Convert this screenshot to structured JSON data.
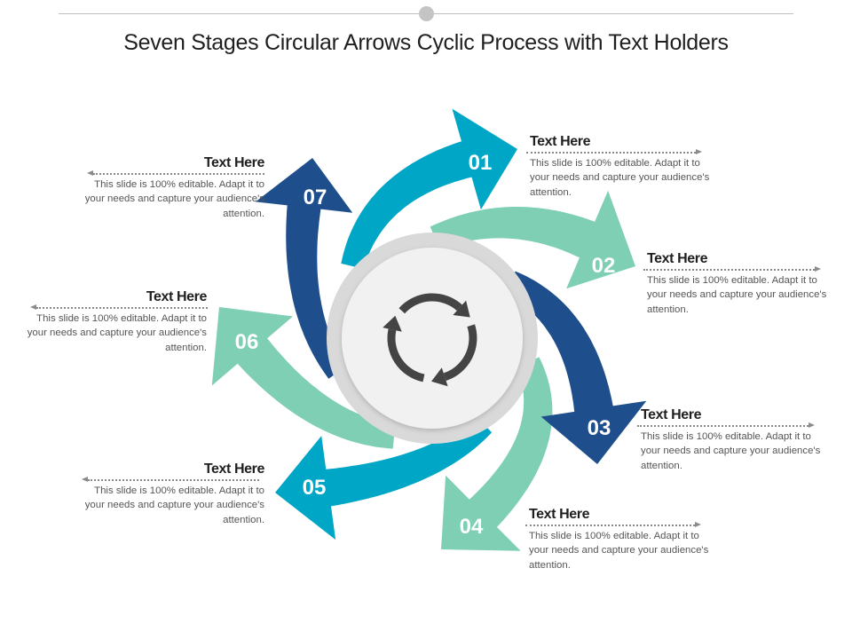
{
  "title": "Seven Stages Circular Arrows Cyclic Process with Text Holders",
  "colors": {
    "teal": "#00a6c6",
    "mint": "#7ecfb4",
    "navy": "#1e4e8c",
    "icon": "#444444",
    "circle_outer": "#d9d9d9",
    "circle_inner": "#f1f1f1"
  },
  "center_icon": "recycle-arrows-icon",
  "stages": [
    {
      "number": "01",
      "color": "teal"
    },
    {
      "number": "02",
      "color": "mint"
    },
    {
      "number": "03",
      "color": "navy"
    },
    {
      "number": "04",
      "color": "mint"
    },
    {
      "number": "05",
      "color": "teal"
    },
    {
      "number": "06",
      "color": "mint"
    },
    {
      "number": "07",
      "color": "navy"
    }
  ],
  "holders": [
    {
      "heading": "Text Here",
      "body": "This slide is 100% editable. Adapt it to your needs and capture your audience's attention."
    },
    {
      "heading": "Text Here",
      "body": "This slide is 100% editable. Adapt it to your needs and capture your audience's attention."
    },
    {
      "heading": "Text Here",
      "body": "This slide is 100% editable. Adapt it to your needs and capture your audience's attention."
    },
    {
      "heading": "Text Here",
      "body": "This slide is 100% editable. Adapt it to your needs and capture your audience's attention."
    },
    {
      "heading": "Text Here",
      "body": "This slide is 100% editable. Adapt it to your needs and capture your audience's attention."
    },
    {
      "heading": "Text Here",
      "body": "This slide is 100% editable. Adapt it to your needs and capture your audience's attention."
    },
    {
      "heading": "Text Here",
      "body": "This slide is 100% editable. Adapt it to your needs and capture your audience's attention."
    }
  ]
}
